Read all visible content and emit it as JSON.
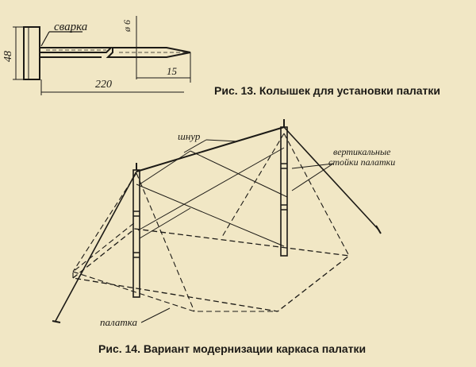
{
  "figure13": {
    "caption": "Рис. 13. Колышек для установки палатки",
    "label_weld": "сварка",
    "dim_height": "48",
    "dim_diameter": "ø 6",
    "dim_length": "220",
    "dim_tip": "15"
  },
  "figure14": {
    "caption": "Рис. 14. Вариант модернизации каркаса палатки",
    "label_cord": "шнур",
    "label_posts_line1": "вертикальные",
    "label_posts_line2": "стойки палатки",
    "label_tent": "палатка"
  }
}
